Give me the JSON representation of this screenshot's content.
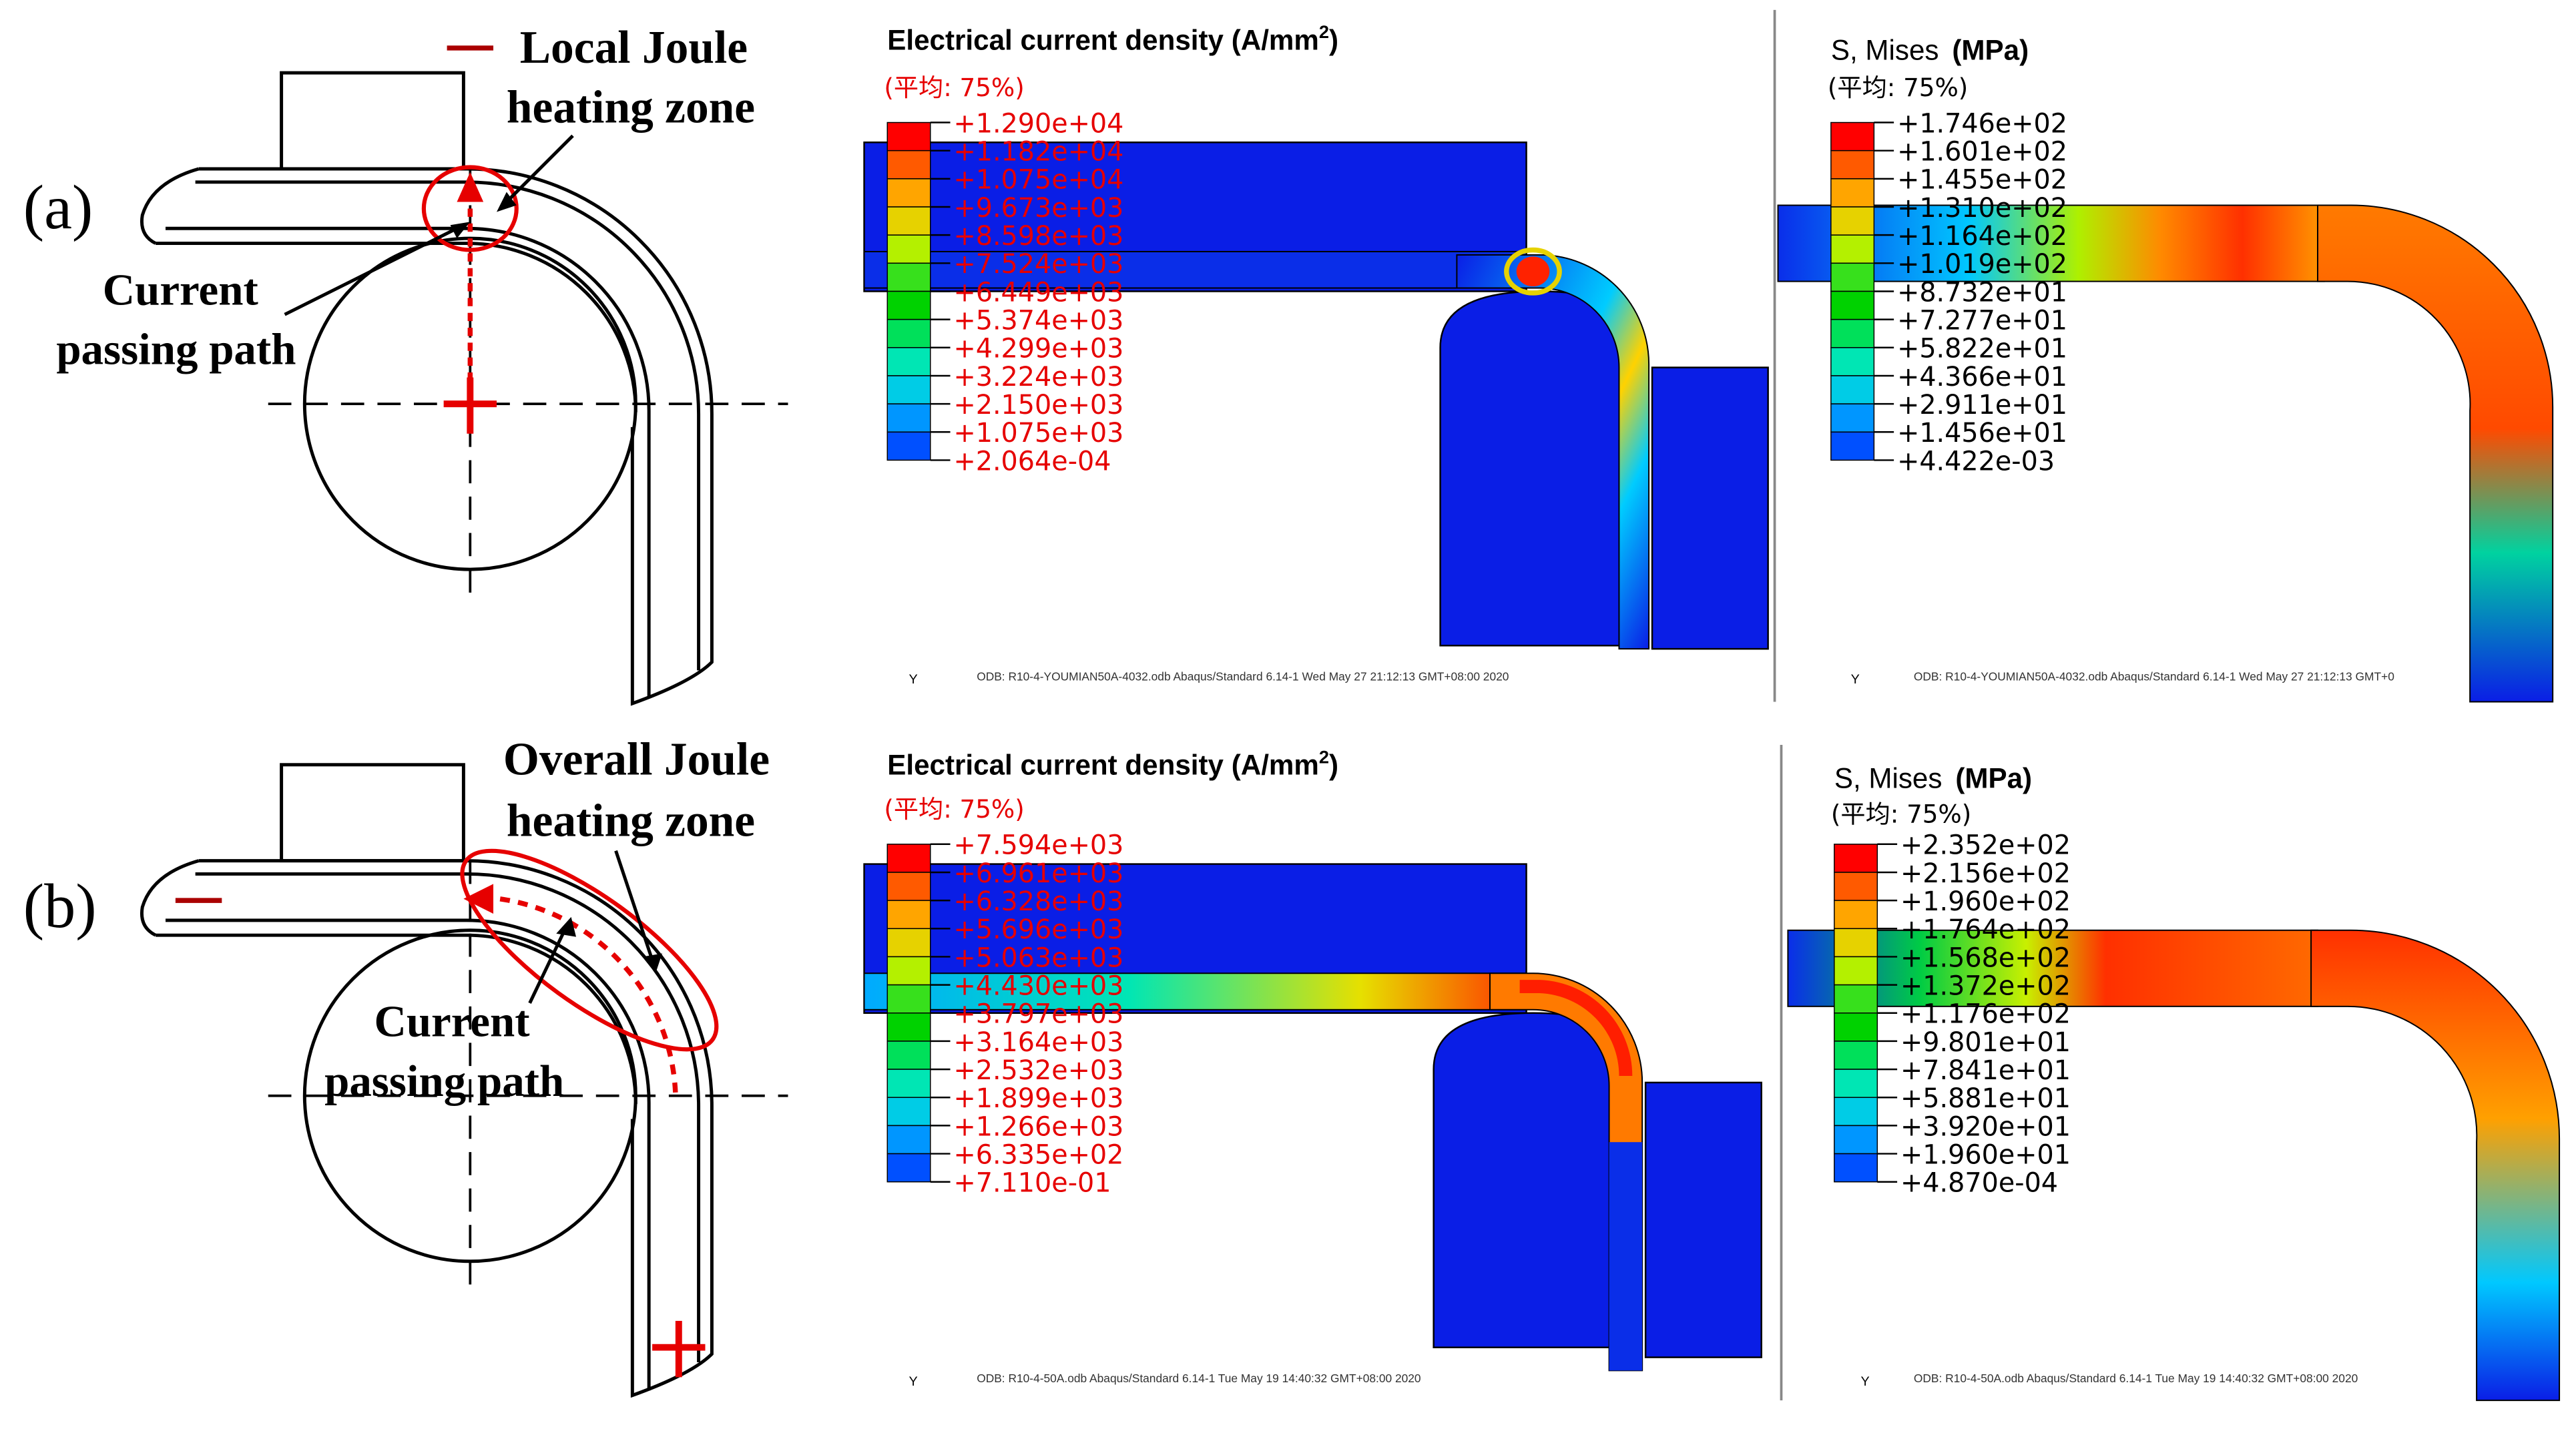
{
  "panel_a": {
    "label": "(a)",
    "heating_zone_line1": "Local Joule",
    "heating_zone_line2": "heating zone",
    "current_path_line1": "Current",
    "current_path_line2": "passing path",
    "current_density": {
      "title": "Electrical current density (A/mm",
      "title_sup": "2",
      "title_close": ")",
      "avg": "(平均: 75%)",
      "legend": [
        "+1.290e+04",
        "+1.182e+04",
        "+1.075e+04",
        "+9.673e+03",
        "+8.598e+03",
        "+7.524e+03",
        "+6.449e+03",
        "+5.374e+03",
        "+4.299e+03",
        "+3.224e+03",
        "+2.150e+03",
        "+1.075e+03",
        "+2.064e-04"
      ],
      "footer_axis": "Y",
      "footer": "ODB: R10-4-YOUMIAN50A-4032.odb    Abaqus/Standard 6.14-1    Wed May 27 21:12:13 GMT+08:00 2020"
    },
    "mises": {
      "title": "S, Mises",
      "unit": "(MPa)",
      "avg": "(平均: 75%)",
      "legend": [
        "+1.746e+02",
        "+1.601e+02",
        "+1.455e+02",
        "+1.310e+02",
        "+1.164e+02",
        "+1.019e+02",
        "+8.732e+01",
        "+7.277e+01",
        "+5.822e+01",
        "+4.366e+01",
        "+2.911e+01",
        "+1.456e+01",
        "+4.422e-03"
      ],
      "footer_axis": "Y",
      "footer": "ODB: R10-4-YOUMIAN50A-4032.odb    Abaqus/Standard 6.14-1    Wed May 27 21:12:13 GMT+0"
    }
  },
  "panel_b": {
    "label": "(b)",
    "heating_zone_line1": "Overall Joule",
    "heating_zone_line2": "heating zone",
    "current_path_line1": "Current",
    "current_path_line2": "passing path",
    "current_density": {
      "title": "Electrical current density (A/mm",
      "title_sup": "2",
      "title_close": ")",
      "avg": "(平均: 75%)",
      "legend": [
        "+7.594e+03",
        "+6.961e+03",
        "+6.328e+03",
        "+5.696e+03",
        "+5.063e+03",
        "+4.430e+03",
        "+3.797e+03",
        "+3.164e+03",
        "+2.532e+03",
        "+1.899e+03",
        "+1.266e+03",
        "+6.335e+02",
        "+7.110e-01"
      ],
      "footer_axis": "Y",
      "footer": "ODB: R10-4-50A.odb    Abaqus/Standard 6.14-1    Tue May 19 14:40:32 GMT+08:00 2020"
    },
    "mises": {
      "title": "S, Mises",
      "unit": "(MPa)",
      "avg": "(平均: 75%)",
      "legend": [
        "+2.352e+02",
        "+2.156e+02",
        "+1.960e+02",
        "+1.764e+02",
        "+1.568e+02",
        "+1.372e+02",
        "+1.176e+02",
        "+9.801e+01",
        "+7.841e+01",
        "+5.881e+01",
        "+3.920e+01",
        "+1.960e+01",
        "+4.870e-04"
      ],
      "footer_axis": "Y",
      "footer": "ODB: R10-4-50A.odb    Abaqus/Standard 6.14-1    Tue May 19 14:40:32 GMT+08:00 2020"
    }
  },
  "colors": {
    "legend_scale": [
      "#ff0000",
      "#ff5a00",
      "#ffa500",
      "#e6d200",
      "#b4f000",
      "#37e01c",
      "#00d200",
      "#00e05a",
      "#00e6b4",
      "#00cce6",
      "#0096ff",
      "#0050ff",
      "#0000ff"
    ],
    "annotation_red": "#e60000",
    "mesh_blue": "#0a1ee6"
  }
}
